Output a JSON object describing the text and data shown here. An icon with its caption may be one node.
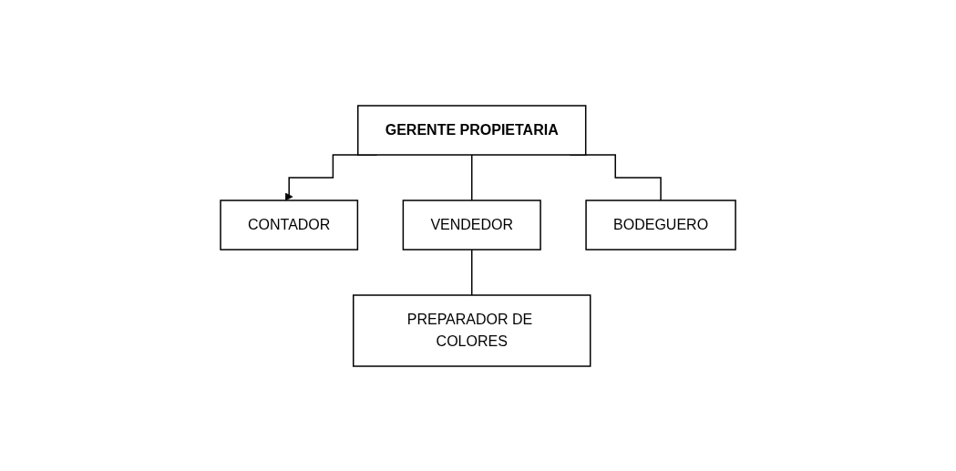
{
  "diagram": {
    "nodes": [
      {
        "text": [
          "GERENTE PROPIETARIA"
        ]
      },
      {
        "text": [
          "CONTADOR"
        ]
      },
      {
        "text": [
          "VENDEDOR"
        ]
      },
      {
        "text": [
          "BODEGUERO"
        ]
      },
      {
        "text": [
          "PREPARADOR DE COLORES"
        ]
      }
    ],
    "edges": [
      {
        "from": 0,
        "to": 1,
        "arrow": "to"
      },
      {
        "from": 0,
        "to": 2,
        "arrow": "none"
      },
      {
        "from": 0,
        "to": 3,
        "arrow": "none"
      },
      {
        "from": 2,
        "to": 4,
        "arrow": "none"
      }
    ]
  }
}
